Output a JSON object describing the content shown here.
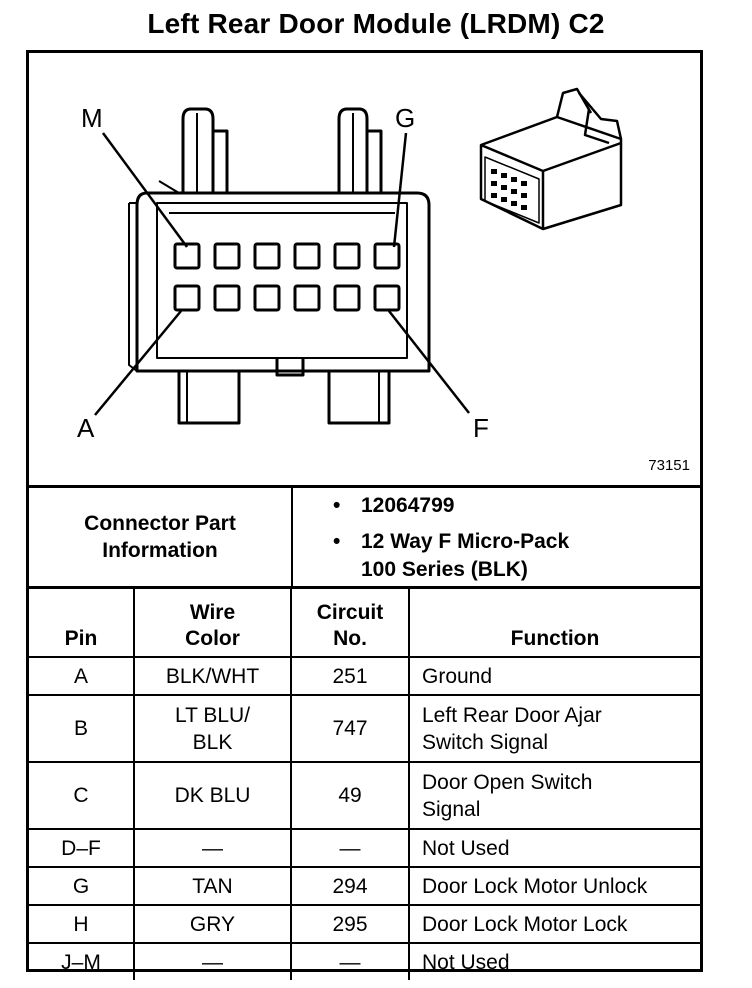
{
  "title": "Left Rear Door Module (LRDM) C2",
  "figure": {
    "figure_number": "73151",
    "pin_labels": {
      "top_left": "M",
      "top_right": "G",
      "bottom_left": "A",
      "bottom_right": "F"
    }
  },
  "connector_info": {
    "label_line1": "Connector Part",
    "label_line2": "Information",
    "part_number": "12064799",
    "type_line1": "12 Way F Micro-Pack",
    "type_line2": "100 Series (BLK)"
  },
  "table": {
    "headers": {
      "pin": "Pin",
      "wire_color_line1": "Wire",
      "wire_color_line2": "Color",
      "circuit_line1": "Circuit",
      "circuit_line2": "No.",
      "function": "Function"
    },
    "rows": [
      {
        "pin": "A",
        "color1": "BLK/WHT",
        "color2": "",
        "circuit": "251",
        "fn1": "Ground",
        "fn2": ""
      },
      {
        "pin": "B",
        "color1": "LT BLU/",
        "color2": "BLK",
        "circuit": "747",
        "fn1": "Left Rear Door Ajar",
        "fn2": "Switch Signal"
      },
      {
        "pin": "C",
        "color1": "DK BLU",
        "color2": "",
        "circuit": "49",
        "fn1": "Door Open Switch",
        "fn2": "Signal"
      },
      {
        "pin": "D–F",
        "color1": "—",
        "color2": "",
        "circuit": "—",
        "fn1": "Not Used",
        "fn2": ""
      },
      {
        "pin": "G",
        "color1": "TAN",
        "color2": "",
        "circuit": "294",
        "fn1": "Door Lock Motor Unlock",
        "fn2": ""
      },
      {
        "pin": "H",
        "color1": "GRY",
        "color2": "",
        "circuit": "295",
        "fn1": "Door Lock Motor Lock",
        "fn2": ""
      },
      {
        "pin": "J–M",
        "color1": "—",
        "color2": "",
        "circuit": "—",
        "fn1": "Not Used",
        "fn2": ""
      }
    ]
  }
}
